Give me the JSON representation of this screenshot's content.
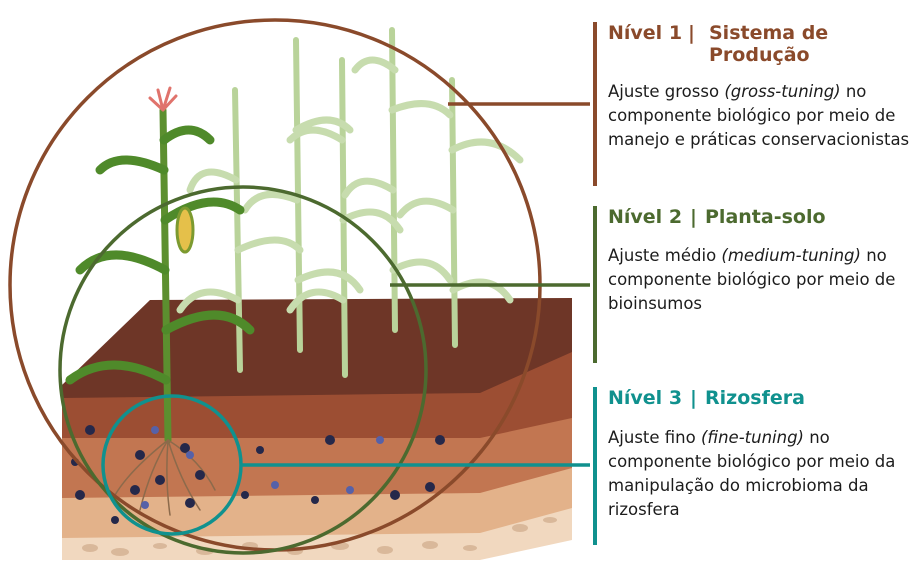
{
  "levels": [
    {
      "number": "Nível 1",
      "separator": "|",
      "name": "Sistema de Produção",
      "desc_before": "Ajuste grosso ",
      "desc_term": "(gross-tuning)",
      "desc_after": " no componente biológico por meio de manejo e práticas conservacionistas",
      "color": "#8a4a2b"
    },
    {
      "number": "Nível 2",
      "separator": "|",
      "name": "Planta-solo",
      "desc_before": "Ajuste médio ",
      "desc_term": "(medium-tuning)",
      "desc_after": " no componente biológico por meio de bioinsumos",
      "color": "#4c6a2f"
    },
    {
      "number": "Nível 3",
      "separator": "|",
      "name": "Rizosfera",
      "desc_before": "Ajuste fino ",
      "desc_term": "(fine-tuning)",
      "desc_after": " no componente biológico por meio da manipulação do microbioma da rizosfera",
      "color": "#10918e"
    }
  ],
  "illustration_icons": [
    "corn-plant-icon",
    "soil-layers-icon",
    "microbe-icon"
  ]
}
